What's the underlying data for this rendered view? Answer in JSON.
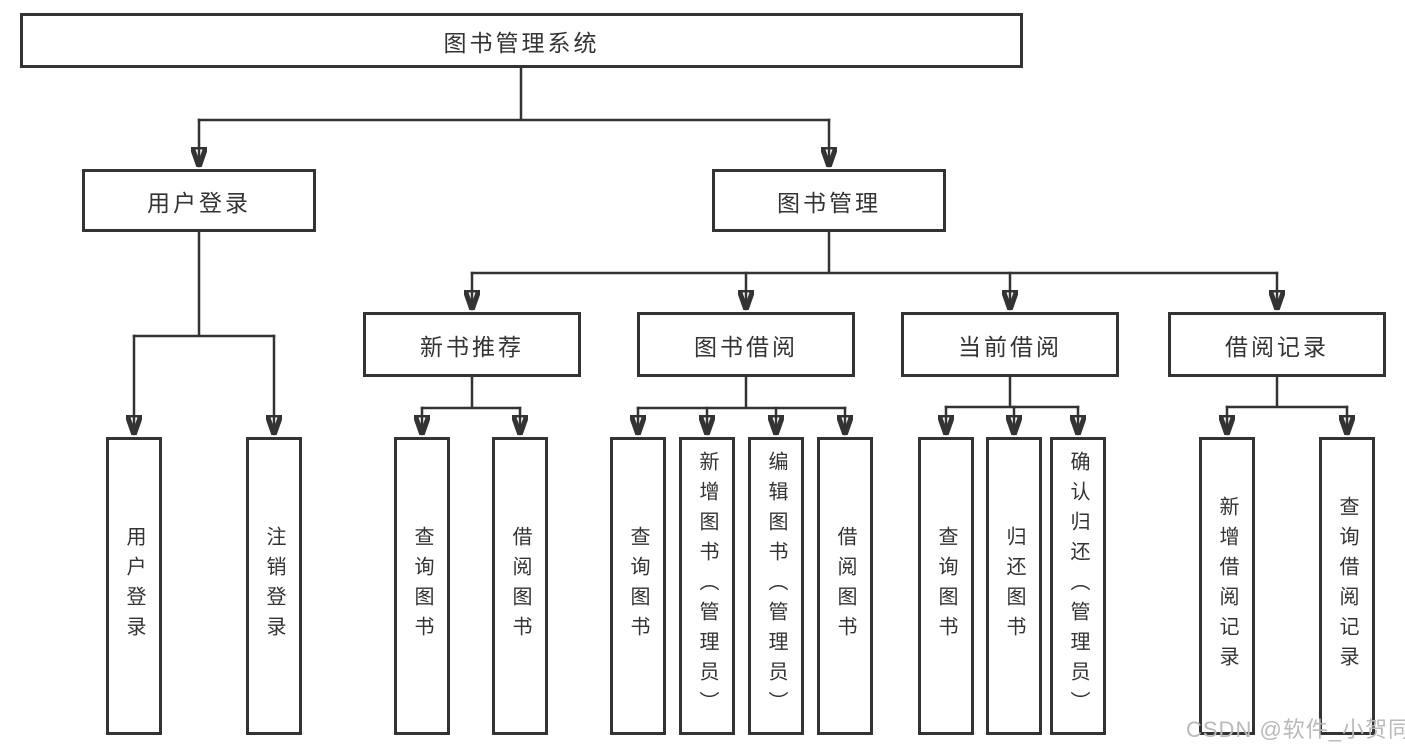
{
  "tree": {
    "label": "图书管理系统",
    "children": [
      {
        "label": "用户登录",
        "children": [
          {
            "label": "用户登录"
          },
          {
            "label": "注销登录"
          }
        ]
      },
      {
        "label": "图书管理",
        "children": [
          {
            "label": "新书推荐",
            "children": [
              {
                "label": "查询图书"
              },
              {
                "label": "借阅图书"
              }
            ]
          },
          {
            "label": "图书借阅",
            "children": [
              {
                "label": "查询图书"
              },
              {
                "label": "新增图书（管理员）"
              },
              {
                "label": "编辑图书（管理员）"
              },
              {
                "label": "借阅图书"
              }
            ]
          },
          {
            "label": "当前借阅",
            "children": [
              {
                "label": "查询图书"
              },
              {
                "label": "归还图书"
              },
              {
                "label": "确认归还（管理员）"
              }
            ]
          },
          {
            "label": "借阅记录",
            "children": [
              {
                "label": "新增借阅记录"
              },
              {
                "label": "查询借阅记录"
              }
            ]
          }
        ]
      }
    ]
  },
  "watermark": {
    "text": "CSDN @软件_小贺同学"
  },
  "colors": {
    "line": "#333333",
    "box_border": "#333333",
    "box_background": "#ffffff",
    "text": "#333333",
    "watermark": "#b9b9b9"
  }
}
